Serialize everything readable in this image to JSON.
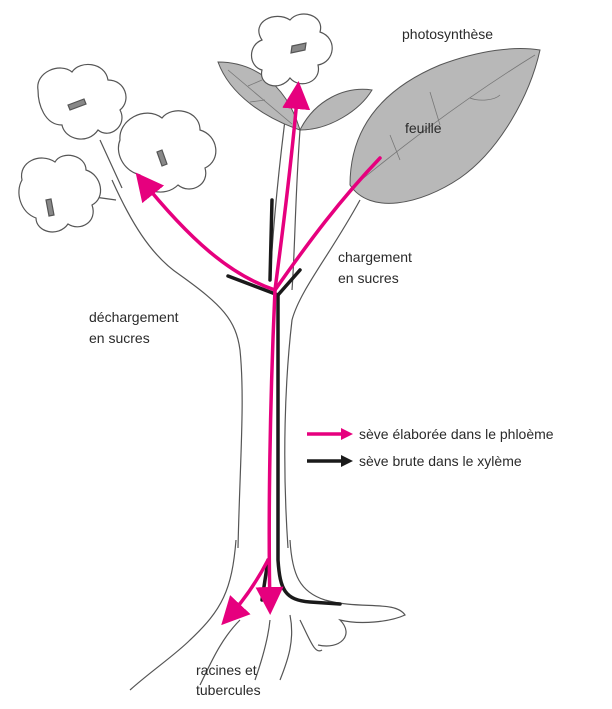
{
  "labels": {
    "photosynthese": "photosynthèse",
    "feuille": "feuille",
    "chargement": [
      "chargement",
      "en sucres"
    ],
    "dechargement": [
      "déchargement",
      "en sucres"
    ],
    "racines": [
      "racines et",
      "tubercules"
    ]
  },
  "legend": [
    {
      "text": "sève élaborée dans le phloème",
      "color": "#e6007e"
    },
    {
      "text": "sève brute dans le xylème",
      "color": "#1a1a1a"
    }
  ],
  "colors": {
    "phloem": "#e6007e",
    "xylem": "#1a1a1a",
    "leaf_fill": "#b8b8b8",
    "outline": "#555555"
  }
}
